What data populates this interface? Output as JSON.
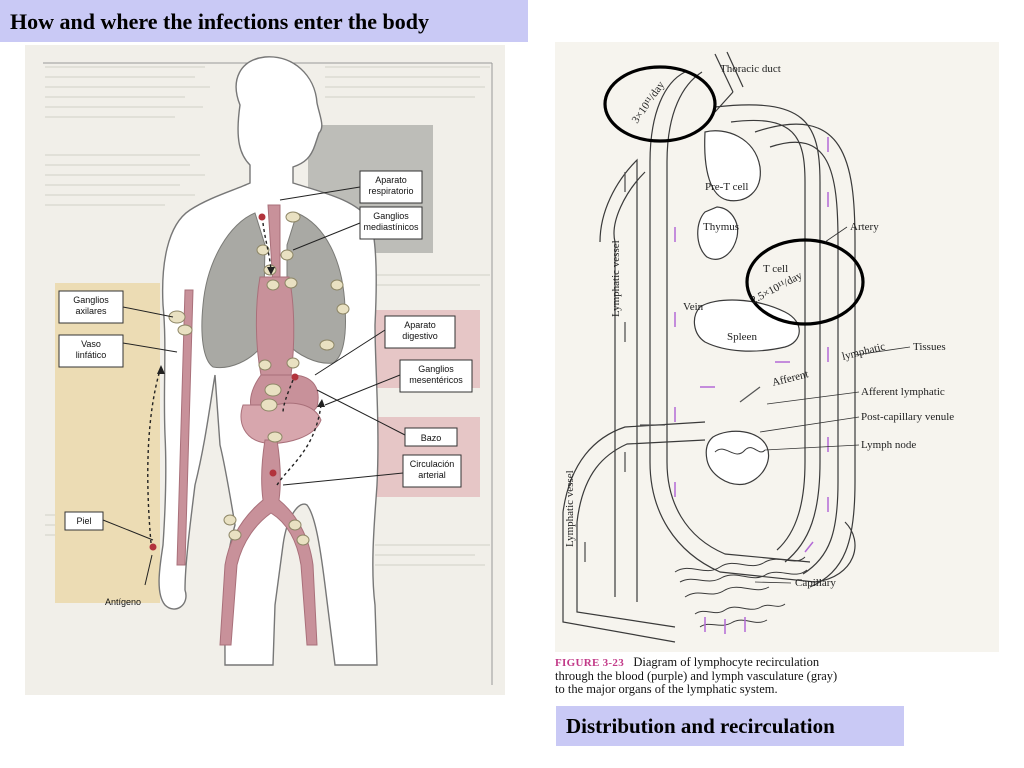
{
  "title_top": "How and where the infections enter the body",
  "title_bottom": "Distribution and recirculation",
  "left_figure": {
    "labels": {
      "aparato_respiratorio": "Aparato\nrespiratorio",
      "ganglios_mediastinicos": "Ganglios\nmediastínicos",
      "ganglios_axilares": "Ganglios\naxilares",
      "vaso_linfatico": "Vaso\nlinfático",
      "aparato_digestivo": "Aparato\ndigestivo",
      "ganglios_mesentericos": "Ganglios\nmesentéricos",
      "bazo": "Bazo",
      "circulacion_arterial": "Circulación\narterial",
      "piel": "Piel",
      "antigeno": "Antígeno"
    }
  },
  "right_figure": {
    "labels": {
      "thoracic_duct": "Thoracic duct",
      "rate_top": "3×10¹¹/day",
      "pre_t_cell": "Pre-T cell",
      "thymus": "Thymus",
      "artery": "Artery",
      "t_cell": "T cell",
      "rate_mid": "2.5×10¹¹/day",
      "lymphatic_vessel_1": "Lymphatic vessel",
      "vein": "Vein",
      "spleen": "Spleen",
      "lymphatic": "lymphatic",
      "tissues": "Tissues",
      "afferent": "Afferent",
      "afferent_lymphatic": "Afferent lymphatic",
      "post_capillary_venule": "Post-capillary venule",
      "lymph_node": "Lymph node",
      "lymphatic_vessel_2": "Lymphatic vessel",
      "capillary": "Capillary"
    },
    "caption_number": "FIGURE 3-23",
    "caption_text": "Diagram of lymphocyte recirculation\nthrough the blood (purple) and lymph vasculature (gray)\nto the major organs of the lymphatic system."
  },
  "colors": {
    "title_bg": "#c9c9f5",
    "tissue_pink": "#c8919a",
    "callout_beige": "#ecdcb4",
    "callout_gray": "#bdbdb8",
    "lung_gray": "#a9a9a4",
    "node_cream": "#e9e1c2",
    "ring": "#000000",
    "purple": "#b46ad6"
  }
}
